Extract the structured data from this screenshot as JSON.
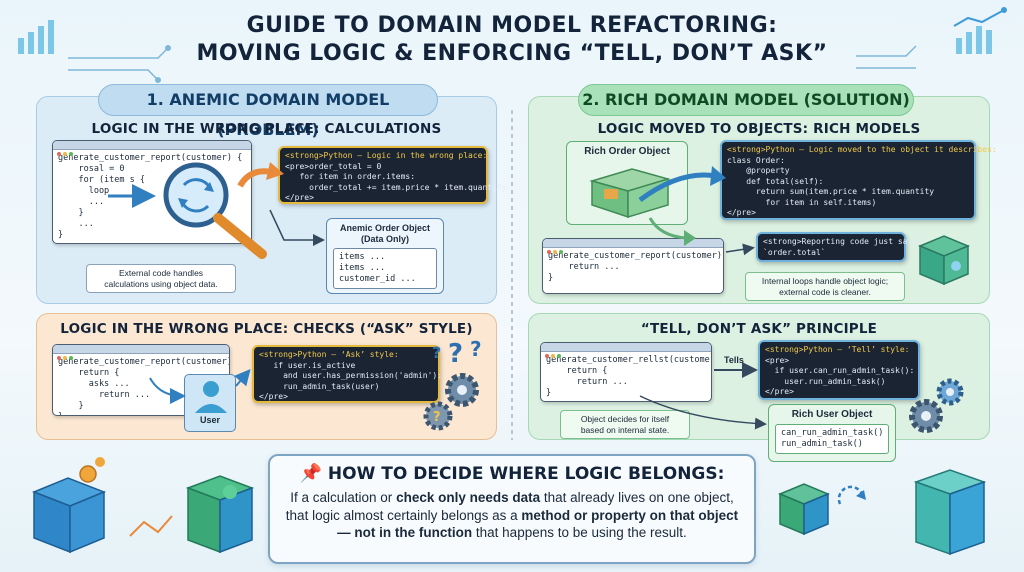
{
  "header": {
    "title_line1": "GUIDE TO DOMAIN MODEL REFACTORING:",
    "title_line2": "MOVING LOGIC & ENFORCING “TELL, DON’T ASK”"
  },
  "anemic": {
    "section_title": "1. ANEMIC DOMAIN MODEL (PROBLEM)",
    "calc": {
      "heading": "LOGIC IN THE WRONG PLACE: CALCULATIONS",
      "editor_code": "generate_customer_report(customer) {\n    rosal = 0\n    for (item s {\n      loop\n      ...\n    }\n    ...\n}",
      "python_code_head": "<strong>Python — Logic in the wrong place:",
      "python_code_body": "<pre>order_total = 0\n   for item in order.items:\n     order_total += item.price * item.quantity\n</pre>",
      "object_title_1": "Anemic Order Object",
      "object_title_2": "(Data Only)",
      "object_fields": "items ...\nitems ...\ncustomer_id ...",
      "note": "External code handles\ncalculations using object data."
    },
    "checks": {
      "heading": "LOGIC IN THE WRONG PLACE: CHECKS (“ASK” STYLE)",
      "editor_code": "generate_customer_report(customer)\n    return {\n      asks ...\n        return ...\n    }\n}",
      "user_label": "User",
      "python_code_head": "<strong>Python – ‘Ask’ style:",
      "python_code_body": "   if user.is_active\n     and user.has_permission('admin'):\n     run_admin_task(user)\n</pre>"
    }
  },
  "rich": {
    "section_title": "2. RICH DOMAIN MODEL (SOLUTION)",
    "calc": {
      "heading": "LOGIC MOVED TO OBJECTS: RICH MODELS",
      "object_title": "Rich Order Object",
      "python_code_head": "<strong>Python — Logic moved to the object it describes:",
      "python_code_body": "class Order:\n    @property\n    def total(self):\n      return sum(item.price * item.quantity\n        for item in self.items)\n</pre>",
      "editor_code": "generate_customer_report(customer)\n    return ...\n}",
      "reporting_code": "<strong>Reporting code just says:\n`order.total`",
      "note": "Internal loops handle object logic;\nexternal code is cleaner."
    },
    "tell": {
      "heading": "“TELL, DON’T ASK” PRINCIPLE",
      "editor_code": "generate_customer_rellst(customer)\n    return {\n      return ...\n}",
      "arrow_label": "Tells",
      "python_code_head": "<strong>Python – ‘Tell’ style:",
      "python_code_body": "<pre>\n  if user.can_run_admin_task():\n    user.run_admin_task()\n</pre>",
      "note": "Object decides for itself\nbased on internal state.",
      "object_title": "Rich User Object",
      "object_methods": "can_run_admin_task()\nrun_admin_task()"
    }
  },
  "decide": {
    "heading": "HOW TO DECIDE WHERE LOGIC BELONGS:",
    "body_1": "If a calculation or ",
    "body_bold_1": "check only needs data",
    "body_2": " that already lives on one object, that logic almost certainly belongs as a ",
    "body_bold_2": "method or property on that object — not in the function",
    "body_3": " that happens to be using the result."
  },
  "colors": {
    "blue_panel": "#dcecf7",
    "orange_panel": "#fbe7d2",
    "green_panel": "#dcf1e2",
    "code_bg": "#1a2433",
    "arrow_blue": "#2f7fc1",
    "arrow_orange": "#e9893a"
  },
  "icons": [
    "magnifier-icon",
    "user-icon",
    "gear-icon",
    "question-icon",
    "box-icon",
    "puzzle-icon",
    "pushpin-icon",
    "chart-icon"
  ]
}
